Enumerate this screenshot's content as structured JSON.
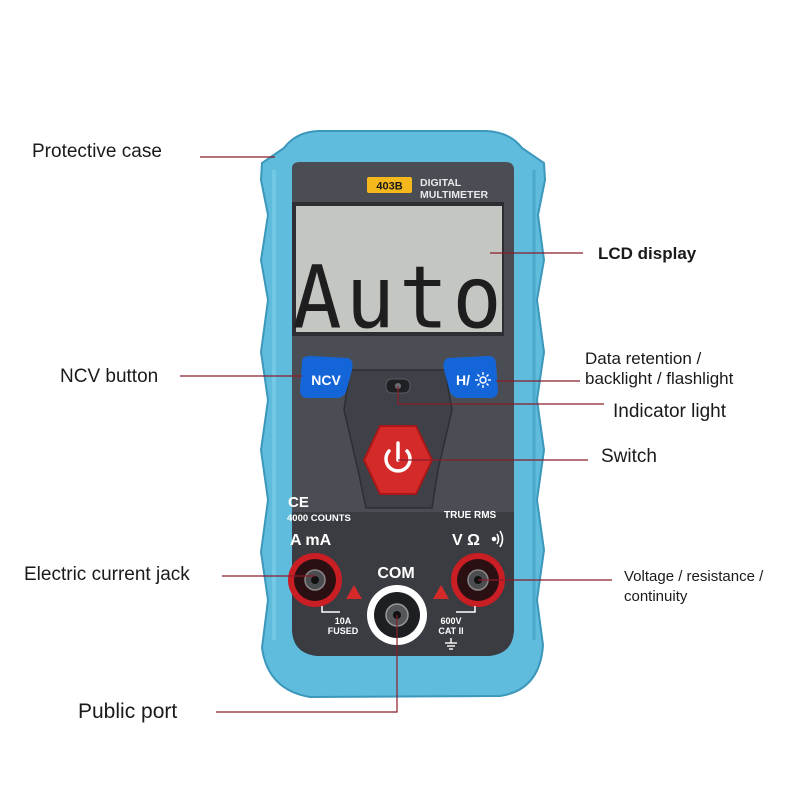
{
  "device": {
    "model": "403B",
    "title_line1": "DIGITAL",
    "title_line2": "MULTIMETER",
    "lcd_text": "Auto",
    "ncv_button_label": "NCV",
    "hold_button_label": "H/",
    "ce_mark": "CE",
    "counts_text": "4000 COUNTS",
    "true_rms_text": "TRUE RMS",
    "current_jack_label": "A mA",
    "volt_jack_label": "V Ω",
    "com_label": "COM",
    "fuse_line1": "10A",
    "fuse_line2": "FUSED",
    "cat_line1": "600V",
    "cat_line2": "CAT II"
  },
  "callouts": {
    "protective_case": "Protective case",
    "lcd_display": "LCD display",
    "ncv_button": "NCV button",
    "data_retention_line1": "Data retention /",
    "data_retention_line2": "backlight / flashlight",
    "indicator_light": "Indicator light",
    "switch": "Switch",
    "electric_current_jack": "Electric current jack",
    "voltage_line1": "Voltage / resistance /",
    "voltage_line2": "continuity",
    "public_port": "Public port"
  },
  "colors": {
    "case_blue": "#5fbcdc",
    "case_dark_blue": "#3b97bb",
    "panel_gray": "#4a4d54",
    "lcd_bg": "#c4c6c2",
    "button_blue": "#1466d8",
    "power_red": "#d42a2a",
    "jack_red": "#c81e24",
    "leader_line": "#8b1d2a",
    "badge_yellow": "#f5b81c"
  }
}
